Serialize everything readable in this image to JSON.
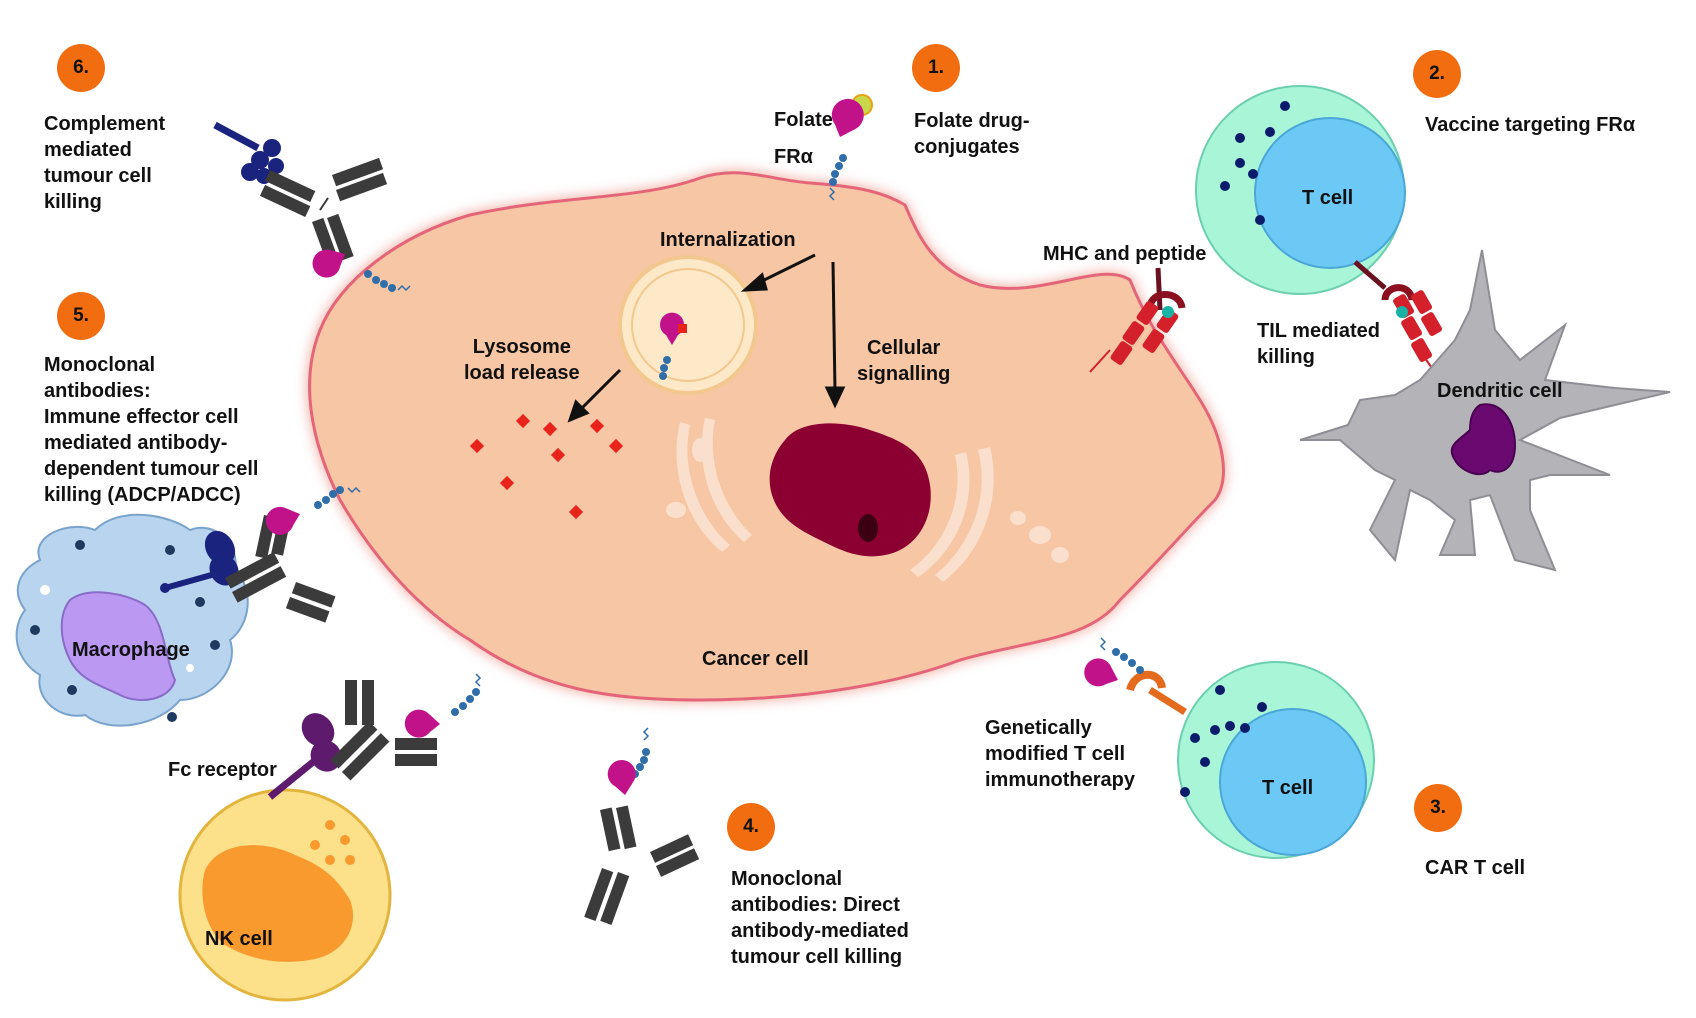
{
  "steps": [
    {
      "number": "1.",
      "text": "Folate drug-\nconjugates"
    },
    {
      "number": "2.",
      "text": "Vaccine targeting FRα"
    },
    {
      "number": "3.",
      "text": "CAR T cell"
    },
    {
      "number": "4.",
      "text": "Monoclonal\nantibodies: Direct\nantibody-mediated\ntumour cell killing"
    },
    {
      "number": "5.",
      "text": "Monoclonal\nantibodies:\nImmune effector cell\nmediated antibody-\ndependent tumour cell\nkilling (ADCP/ADCC)"
    },
    {
      "number": "6.",
      "text": "Complement\nmediated\ntumour cell\nkilling"
    }
  ],
  "labels": {
    "folate": "Folate",
    "fr_alpha": "FRα",
    "internalization": "Internalization",
    "lysosome": "Lysosome\nload release",
    "cellular_signalling": "Cellular\nsignalling",
    "cancer_cell": "Cancer cell",
    "mhc_peptide": "MHC and peptide",
    "til_killing": "TIL mediated\nkilling",
    "dendritic_cell": "Dendritic cell",
    "t_cell_top": "T cell",
    "t_cell_bottom": "T cell",
    "genetically_modified": "Genetically\nmodified T cell\nimmunotherapy",
    "macrophage": "Macrophage",
    "fc_receptor": "Fc receptor",
    "nk_cell": "NK cell"
  },
  "colors": {
    "badge": "#f26d10",
    "cancer_cell_fill": "#f7c6a4",
    "cancer_cell_border": "#e4657a",
    "nucleus": "#8b0030",
    "fr_alpha": "#c2128a",
    "antibody": "#3b3b3b",
    "t_cell_outer": "#a8f5d8",
    "t_cell_inner": "#6cc8f5",
    "macrophage": "#b8d4ef",
    "nk_cell": "#fde08a",
    "dendritic_cell": "#b3b3b8",
    "mhc": "#d3202a"
  }
}
